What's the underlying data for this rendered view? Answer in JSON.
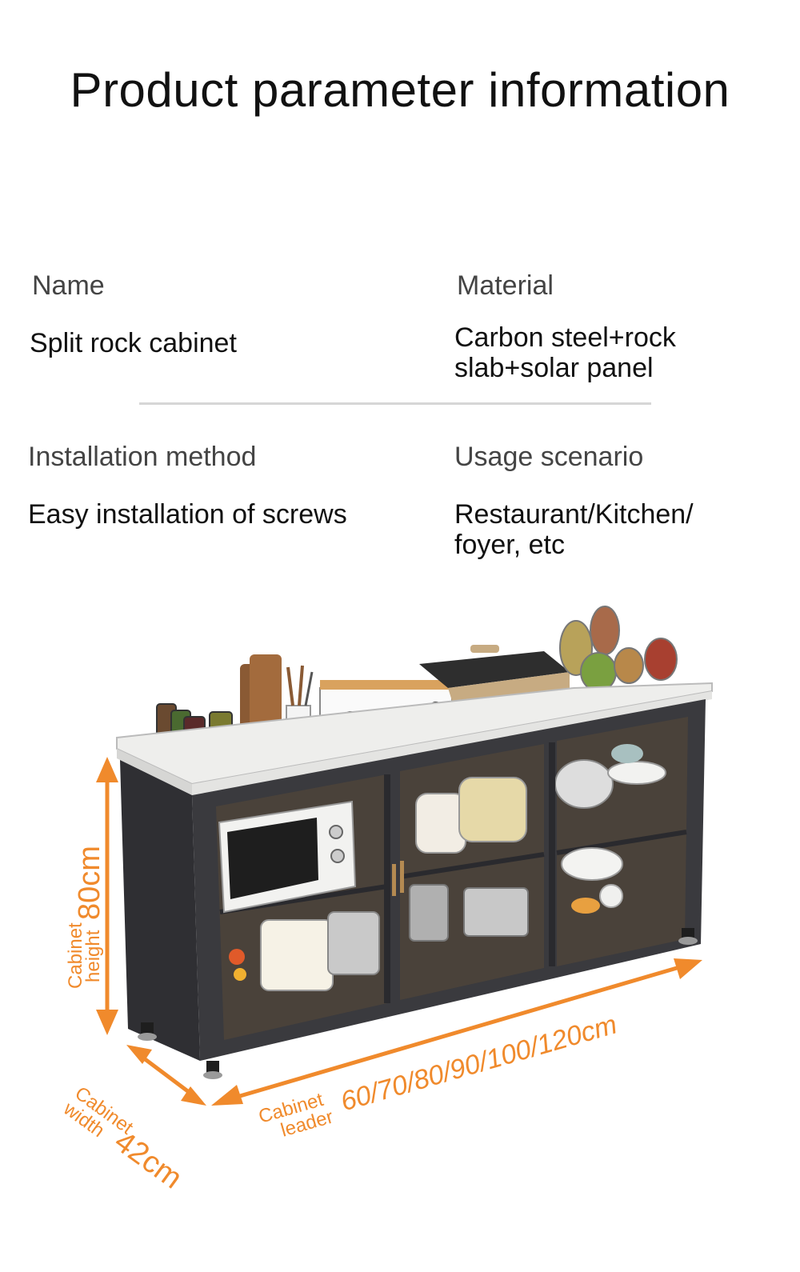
{
  "header": {
    "title": "Product parameter information"
  },
  "params": {
    "name_label": "Name",
    "name_value": "Split rock cabinet",
    "material_label": "Material",
    "material_value_line1": "Carbon steel+rock",
    "material_value_line2": "slab+solar panel",
    "install_label": "Installation method",
    "install_value": "Easy installation of screws",
    "usage_label": "Usage scenario",
    "usage_value_line1": "Restaurant/Kitchen/",
    "usage_value_line2": "foyer, etc"
  },
  "dimensions": {
    "height_label_1": "Cabinet",
    "height_label_2": "height",
    "height_value": "80cm",
    "width_label_1": "Cabinet",
    "width_label_2": "width",
    "width_value": "42cm",
    "length_label_1": "Cabinet",
    "length_label_2": "leader",
    "length_value": "60/70/80/90/100/120cm"
  },
  "colors": {
    "accent": "#f08a2c",
    "cabinet_frame": "#3a3a3e",
    "countertop": "#eeeeec"
  }
}
